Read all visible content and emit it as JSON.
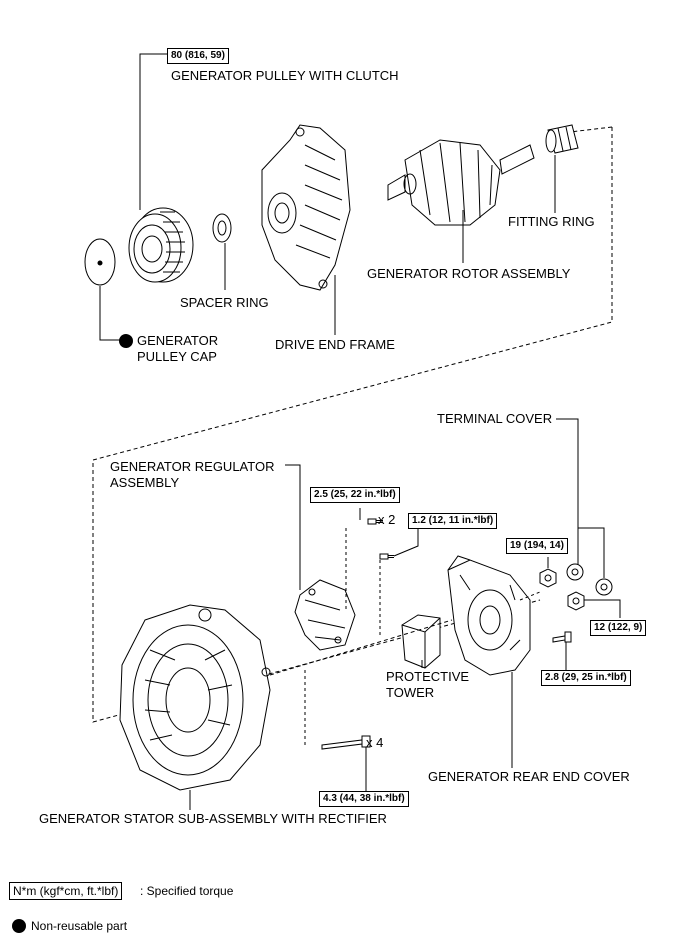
{
  "parts": {
    "pulley_with_clutch": "GENERATOR PULLEY WITH CLUTCH",
    "pulley_cap_line1": "GENERATOR",
    "pulley_cap_line2": "PULLEY CAP",
    "spacer_ring": "SPACER RING",
    "drive_end_frame": "DRIVE END FRAME",
    "rotor_assembly": "GENERATOR ROTOR ASSEMBLY",
    "fitting_ring": "FITTING RING",
    "terminal_cover": "TERMINAL COVER",
    "regulator_line1": "GENERATOR REGULATOR",
    "regulator_line2": "ASSEMBLY",
    "protective_tower_line1": "PROTECTIVE",
    "protective_tower_line2": "TOWER",
    "rear_end_cover": "GENERATOR REAR END COVER",
    "stator_sub_assembly": "GENERATOR STATOR SUB-ASSEMBLY WITH RECTIFIER"
  },
  "torques": {
    "pulley": "80 (816, 59)",
    "regulator_screw": "2.5 (25, 22 in.*lbf)",
    "terminal_screw": "1.2 (12, 11 in.*lbf)",
    "nut_19": "19 (194, 14)",
    "nut_12": "12 (122, 9)",
    "rear_cover_bolt": "2.8 (29, 25 in.*lbf)",
    "through_bolt": "4.3 (44, 38 in.*lbf)"
  },
  "quantities": {
    "regulator_screw": "x 2",
    "through_bolt": "x 4"
  },
  "legend": {
    "torque_box": "N*m (kgf*cm, ft.*lbf)",
    "torque_text": ": Specified torque",
    "non_reusable": "Non-reusable part"
  }
}
